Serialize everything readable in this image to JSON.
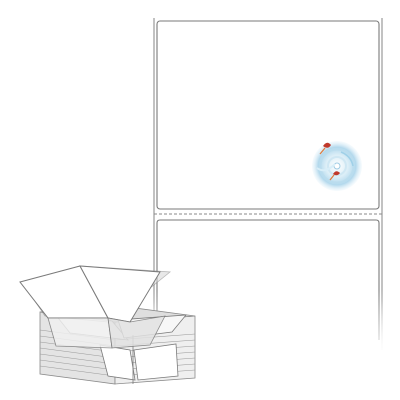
{
  "scene": {
    "background_color": "#ffffff",
    "outline_color": "#7a7a7a",
    "separator_color": "#8a8a8a",
    "stack_fill_light": "#f4f4f4",
    "stack_fill_mid": "#dedede",
    "stack_fill_dark": "#c9c9c9",
    "hologram_accent_blue": "#8fc4e0",
    "hologram_accent_red": "#c0392b",
    "hologram_accent_orange": "#e07a3a"
  },
  "label_roll": {
    "label_count_visible": 2,
    "perforated_separator": true,
    "hologram_icon": "hologram-seal-icon"
  },
  "stack_preview": {
    "fold_type": "fanfold",
    "labels_per_sheet": 2,
    "icon": "fanfold-stack-icon"
  }
}
